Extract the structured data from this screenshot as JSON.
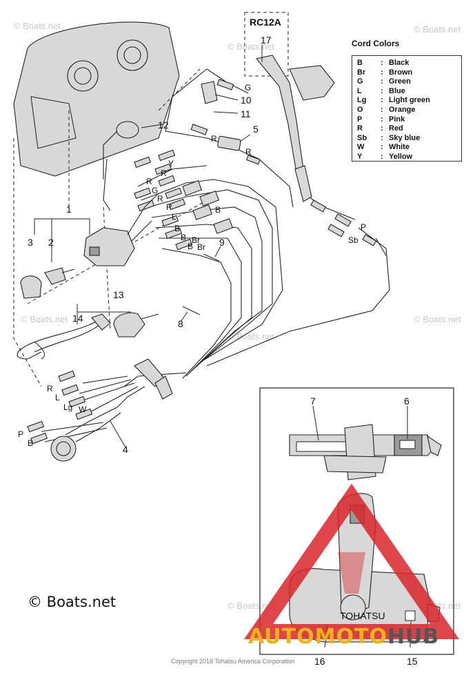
{
  "header": {
    "model_label": "RC12A",
    "model_part_number": "17"
  },
  "legend": {
    "title": "Cord Colors",
    "separator": ":",
    "items": [
      {
        "code": "B",
        "name": "Black"
      },
      {
        "code": "Br",
        "name": "Brown"
      },
      {
        "code": "G",
        "name": "Green"
      },
      {
        "code": "L",
        "name": "Blue"
      },
      {
        "code": "Lg",
        "name": "Light green"
      },
      {
        "code": "O",
        "name": "Orange"
      },
      {
        "code": "P",
        "name": "Pink"
      },
      {
        "code": "R",
        "name": "Red"
      },
      {
        "code": "Sb",
        "name": "Sky blue"
      },
      {
        "code": "W",
        "name": "White"
      },
      {
        "code": "Y",
        "name": "Yellow"
      }
    ]
  },
  "part_numbers": [
    "1",
    "2",
    "3",
    "4",
    "5",
    "6",
    "7",
    "8",
    "9",
    "10",
    "11",
    "12",
    "13",
    "14",
    "15",
    "16"
  ],
  "wire_labels": {
    "g_top": "G",
    "r_top": "R",
    "r_mid": "R",
    "y_mid": "Y",
    "r_a": "R",
    "g_a": "G",
    "r_b": "R",
    "r_c": "R",
    "r_d": "R",
    "l_a": "L",
    "b_a": "B",
    "b_b": "B",
    "b_c": "B",
    "b_d": "B",
    "br_a": "Br",
    "br_b": "Br",
    "p_right": "P",
    "sb_right": "Sb",
    "r_low": "R",
    "l_low": "L",
    "lg_low": "Lg",
    "w_low": "W",
    "p_low": "P",
    "b_low": "B"
  },
  "brand_text": "© Boats.net",
  "watermark_text": "© Boats.net",
  "copyright": "Copyright 2018 Tohatsu America Corporation",
  "logo_text": {
    "auto": "AUTOMOTO",
    "hub": "HUB",
    "tohatsu": "TOHATSU"
  },
  "colors": {
    "line": "#222222",
    "logo_red": "#d9262b",
    "logo_gold": "#f0b21b",
    "watermark": "#c8c8c8"
  }
}
